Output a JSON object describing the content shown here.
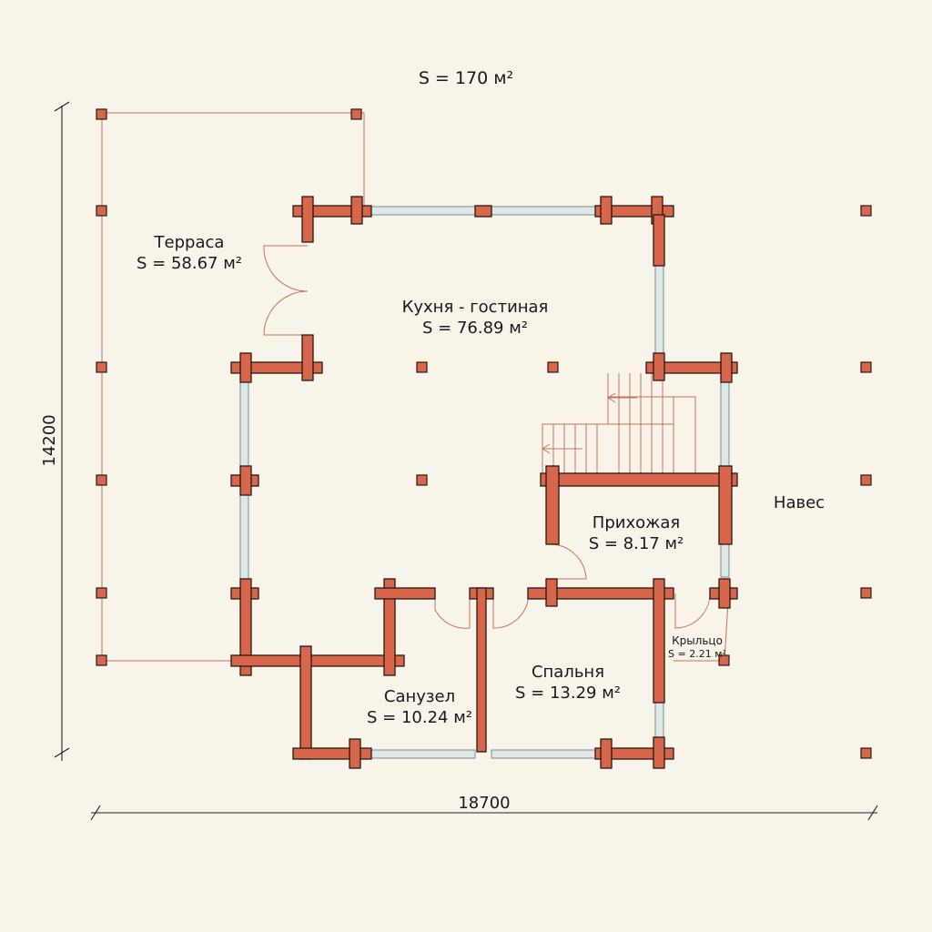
{
  "plan": {
    "total_area": "S = 170 м²",
    "width_dim": "18700",
    "height_dim": "14200"
  },
  "rooms": {
    "terrace": {
      "name": "Терраса",
      "area": "S = 58.67 м²"
    },
    "kitchen": {
      "name": "Кухня - гостиная",
      "area": "S = 76.89 м²"
    },
    "hall": {
      "name": "Прихожая",
      "area": "S = 8.17 м²"
    },
    "canopy": {
      "name": "Навес"
    },
    "porch": {
      "name": "Крыльцо",
      "area": "S = 2.21 м²"
    },
    "bedroom": {
      "name": "Спальня",
      "area": "S = 13.29 м²"
    },
    "bathroom": {
      "name": "Санузел",
      "area": "S = 10.24 м²"
    }
  },
  "colors": {
    "background": "#f8f4ea",
    "wall": "#d8664a",
    "outline": "#2a1a14",
    "window": "#dfe7e7"
  }
}
